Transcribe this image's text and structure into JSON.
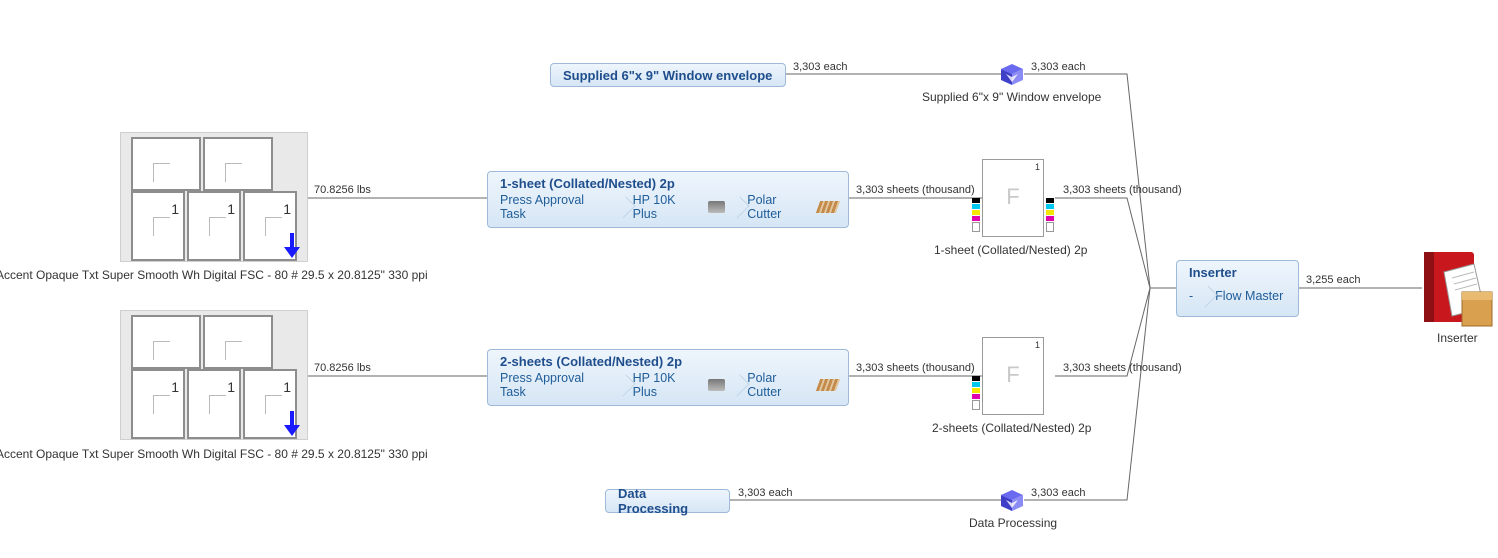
{
  "stocks": [
    {
      "caption": "Accent Opaque Txt Super Smooth Wh Digital FSC - 80 # 29.5 x 20.8125\" 330 ppi",
      "weight": "70.8256 lbs",
      "page_numbers": [
        "1",
        "1",
        "1"
      ]
    },
    {
      "caption": "Accent Opaque Txt Super Smooth Wh Digital FSC - 80 # 29.5 x 20.8125\" 330 ppi",
      "weight": "70.8256 lbs",
      "page_numbers": [
        "1",
        "1",
        "1"
      ]
    }
  ],
  "processes": [
    {
      "title": "1-sheet (Collated/Nested) 2p",
      "steps": [
        "Press Approval Task",
        "HP 10K Plus",
        "Polar Cutter"
      ],
      "out_qty": "3,303 sheets (thousand)",
      "proof_caption": "1-sheet (Collated/Nested) 2p",
      "proof_page": "1",
      "proof_letter": "F",
      "proof_out_qty": "3,303 sheets (thousand)"
    },
    {
      "title": "2-sheets (Collated/Nested) 2p",
      "steps": [
        "Press Approval Task",
        "HP 10K Plus",
        "Polar Cutter"
      ],
      "out_qty": "3,303 sheets (thousand)",
      "proof_caption": "2-sheets (Collated/Nested) 2p",
      "proof_page": "1",
      "proof_letter": "F",
      "proof_out_qty": "3,303 sheets (thousand)"
    }
  ],
  "supplied": {
    "title": "Supplied 6\"x 9\" Window envelope",
    "qty_in": "3,303 each",
    "qty_out": "3,303 each",
    "caption": "Supplied 6\"x 9\" Window envelope"
  },
  "data_processing": {
    "title": "Data Processing",
    "qty_in": "3,303 each",
    "qty_out": "3,303 each",
    "caption": "Data Processing"
  },
  "inserter": {
    "title": "Inserter",
    "steps": [
      "-",
      "Flow Master"
    ],
    "out_qty": "3,255 each",
    "caption": "Inserter"
  },
  "colors": {
    "accent": "#1f4e8c",
    "node_fill": "#dbe9f7",
    "node_border": "#9dbbd9",
    "wire": "#666666",
    "arrow": "#1a1aff",
    "cmyk": [
      "#000000",
      "#00c8f0",
      "#f5e600",
      "#e000b0"
    ]
  },
  "icons": [
    "printer-icon",
    "cutter-icon",
    "package-box-icon",
    "binder-icon",
    "down-arrow-icon"
  ]
}
